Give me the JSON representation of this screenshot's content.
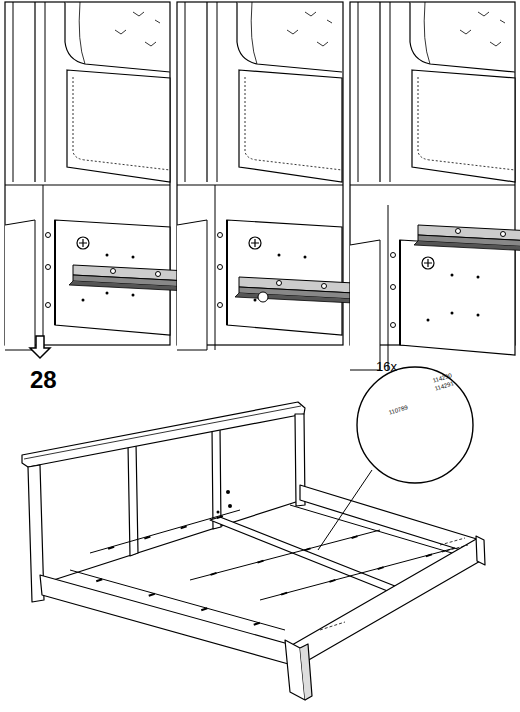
{
  "diagram": {
    "labels": [
      "28",
      "16x",
      "114290",
      "114291",
      "110789"
    ]
  }
}
